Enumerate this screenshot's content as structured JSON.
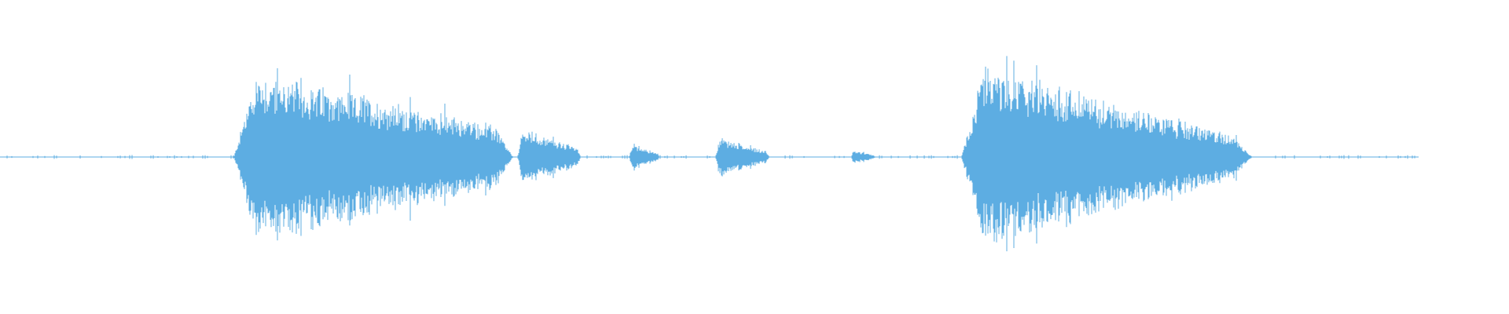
{
  "waveform": {
    "color": "#5DADE2",
    "background": "#ffffff",
    "duration_fraction_with_audio": 0.94,
    "segments": [
      {
        "name": "segment-1",
        "start": 0.155,
        "end": 0.34,
        "peak": 0.52,
        "tail": 0.16
      },
      {
        "name": "segment-2",
        "start": 0.343,
        "end": 0.385,
        "peak": 0.17,
        "tail": 0.05
      },
      {
        "name": "segment-3",
        "start": 0.417,
        "end": 0.437,
        "peak": 0.08,
        "tail": 0.02
      },
      {
        "name": "segment-4",
        "start": 0.474,
        "end": 0.51,
        "peak": 0.12,
        "tail": 0.03
      },
      {
        "name": "segment-5",
        "start": 0.564,
        "end": 0.58,
        "peak": 0.04,
        "tail": 0.01
      },
      {
        "name": "segment-6",
        "start": 0.637,
        "end": 0.83,
        "peak": 0.55,
        "tail": 0.1
      }
    ],
    "noise_floor": 0.004
  }
}
